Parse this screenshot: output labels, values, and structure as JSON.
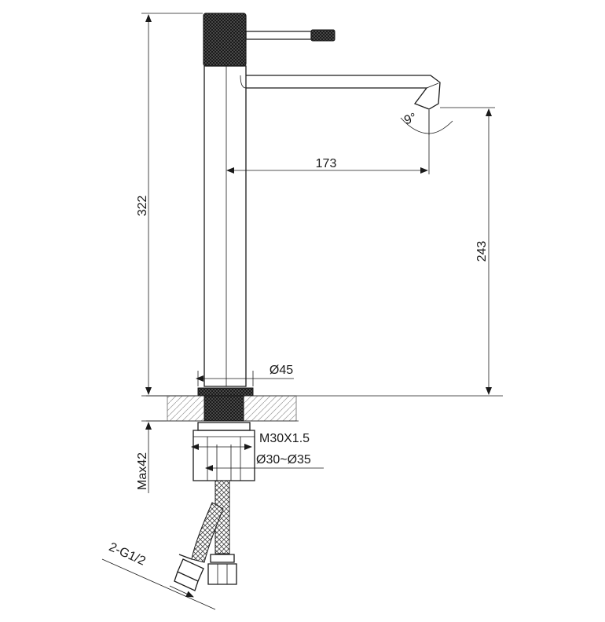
{
  "dimensions": {
    "total_height": "322",
    "spout_reach": "173",
    "spout_height": "243",
    "spout_angle": "9°",
    "base_diameter": "Ø45",
    "thread": "M30X1.5",
    "hole_diameter": "Ø30~Ø35",
    "max_thickness": "Max42",
    "hose_connection": "2-G1/2"
  },
  "colors": {
    "line": "#1a1a1a",
    "knurl": "#3a3a3a",
    "background": "#ffffff"
  }
}
